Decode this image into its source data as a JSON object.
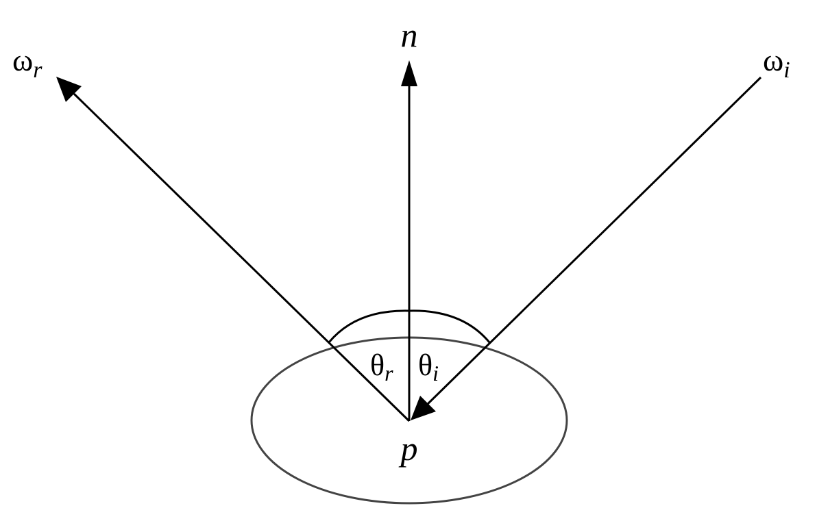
{
  "labels": {
    "normal": "n",
    "reflected_dir": "ω",
    "reflected_sub": "r",
    "incident_dir": "ω",
    "incident_sub": "i",
    "theta_r": "θ",
    "theta_r_sub": "r",
    "theta_i": "θ",
    "theta_i_sub": "i",
    "point": "p"
  },
  "colors": {
    "lines": "#000000",
    "surface": "#444444"
  }
}
